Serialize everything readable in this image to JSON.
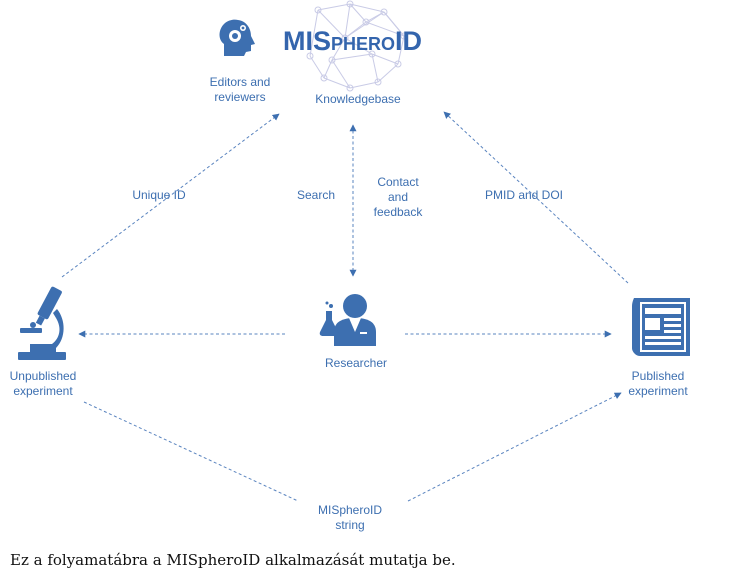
{
  "logo": {
    "big1": "MIS",
    "small": "PHERO",
    "big2": "ID"
  },
  "nodes": {
    "knowledgebase": "Knowledgebase",
    "editors": [
      "Editors and",
      "reviewers"
    ],
    "researcher": "Researcher",
    "unpublished": [
      "Unpublished",
      "experiment"
    ],
    "published": [
      "Published",
      "experiment"
    ]
  },
  "edges": {
    "unique_id": "Unique ID",
    "search": "Search",
    "contact": [
      "Contact",
      "and",
      "feedback"
    ],
    "pmid_doi": "PMID and DOI",
    "mispheroid_string": [
      "MISpheroID",
      "string"
    ]
  },
  "caption": "Ez a folyamatábra a MISpheroID alkalmazását mutatja be.",
  "icons": [
    "gear-head-icon",
    "network-icon",
    "microscope-icon",
    "researcher-icon",
    "newspaper-icon"
  ],
  "colors": {
    "primary": "#3d6fb0",
    "logo": "#3465ad",
    "network": "#c9cbe6"
  }
}
